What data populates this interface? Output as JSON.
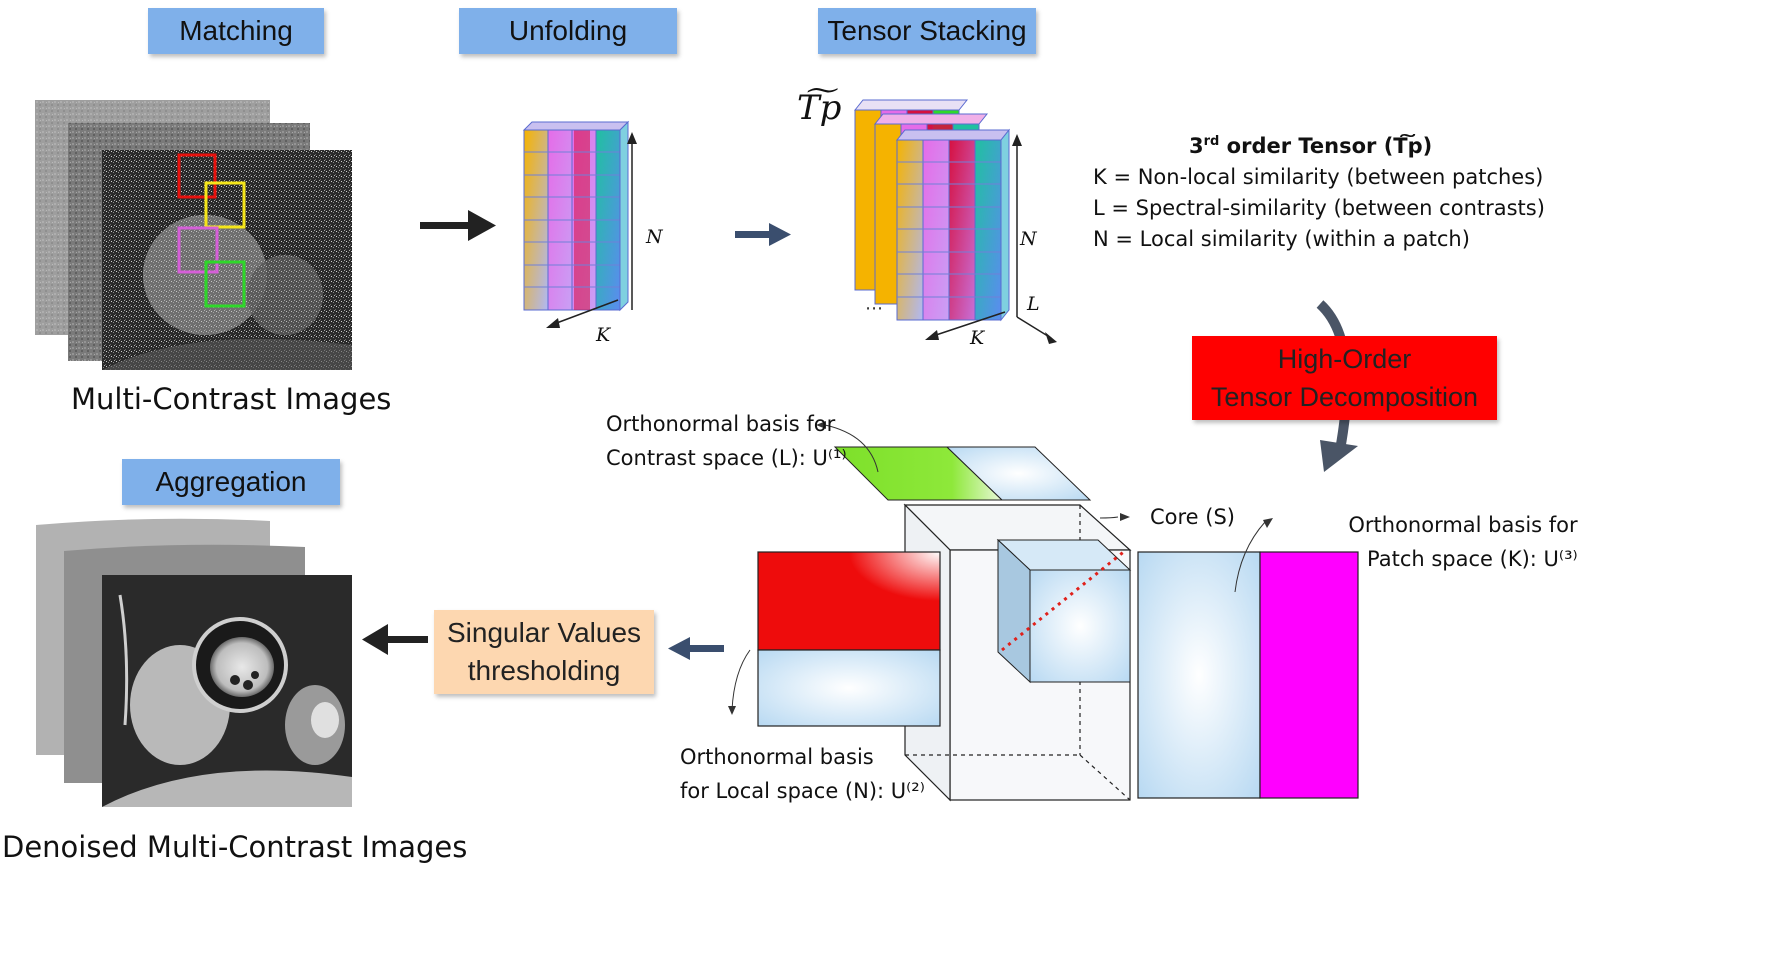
{
  "stages": {
    "matching": "Matching",
    "unfolding": "Unfolding",
    "tensor_stacking": "Tensor Stacking",
    "aggregation": "Aggregation"
  },
  "captions": {
    "input_images": "Multi-Contrast Images",
    "output_images": "Denoised Multi-Contrast Images"
  },
  "tensor_symbol": "T͠p",
  "tensor_info": {
    "title_prefix": "3",
    "title_sup": "rd",
    "title_rest": " order Tensor (T͠p)",
    "k_line": "K = Non-local similarity (between patches)",
    "l_line": "L = Spectral-similarity (between contrasts)",
    "n_line": "N = Local similarity (within a patch)"
  },
  "axes": {
    "n": "N",
    "k": "K",
    "l": "L"
  },
  "decomposition": {
    "line1": "High-Order",
    "line2": "Tensor Decomposition"
  },
  "svt": {
    "line1": "Singular Values",
    "line2": "thresholding"
  },
  "bases": {
    "contrast_line1": "Orthonormal basis for",
    "contrast_line2": "Contrast space (L): U⁽¹⁾",
    "core": "Core (S)",
    "patch_line1": "Orthonormal basis for",
    "patch_line2": "Patch space (K): U⁽³⁾",
    "local_line1": "Orthonormal basis",
    "local_line2": "for Local space (N): U⁽²⁾"
  },
  "colors": {
    "stage_label": "#7fb0ea",
    "decomposition_box": "#ff0000",
    "svt_box": "#fdd7b0",
    "patch_red": "#e8120e",
    "patch_yellow": "#f5e61a",
    "patch_magenta": "#d65fd8",
    "patch_green": "#2fd82a",
    "basis_green": "#86e82a",
    "basis_red": "#ee0c0c",
    "basis_magenta": "#ff00ff",
    "basis_blue": "#cfe6f7"
  },
  "icons": {
    "arrow_main": "arrow-right-icon",
    "arrow_back": "arrow-left-icon",
    "curved": "curved-arrow-icon"
  }
}
